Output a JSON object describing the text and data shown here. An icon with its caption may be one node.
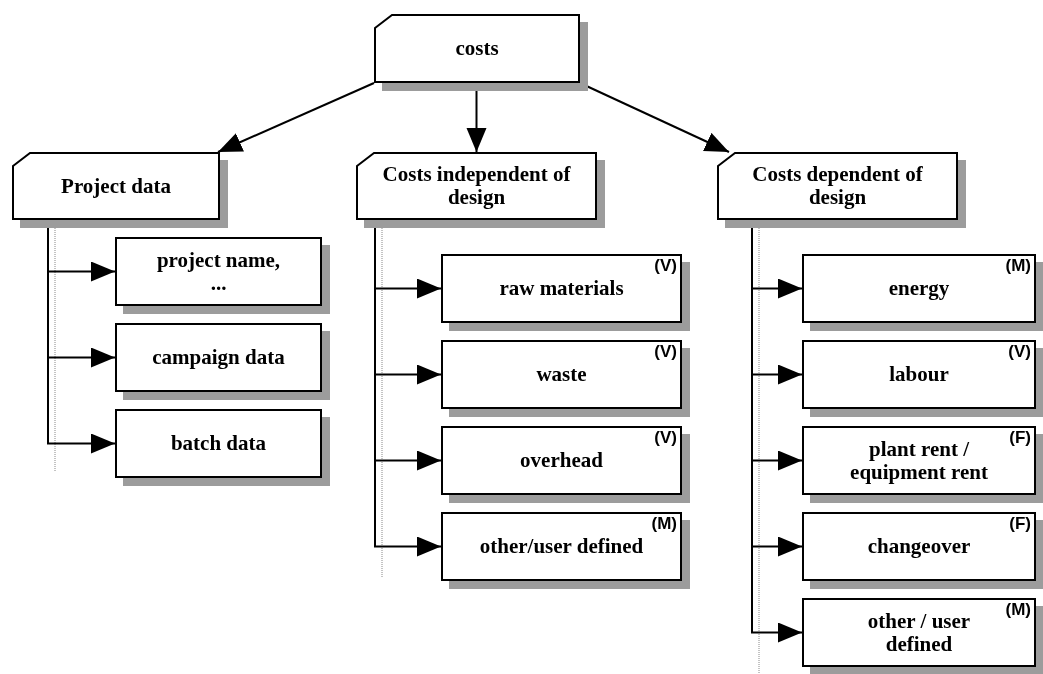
{
  "diagram": {
    "nodes": [
      {
        "text": [
          "costs"
        ]
      },
      {
        "text": [
          "Project data"
        ]
      },
      {
        "text": [
          "Costs independent of design"
        ]
      },
      {
        "text": [
          "Costs dependent of design"
        ]
      },
      {
        "text": [
          "project name, ..."
        ]
      },
      {
        "text": [
          "campaign data"
        ]
      },
      {
        "text": [
          "batch data"
        ]
      },
      {
        "text": [
          "raw materials",
          "(V)"
        ]
      },
      {
        "text": [
          "waste",
          "(V)"
        ]
      },
      {
        "text": [
          "overhead",
          "(V)"
        ]
      },
      {
        "text": [
          "other/user defined",
          "(M)"
        ]
      },
      {
        "text": [
          "energy",
          "(M)"
        ]
      },
      {
        "text": [
          "labour",
          "(V)"
        ]
      },
      {
        "text": [
          "plant rent / equipment rent",
          "(F)"
        ]
      },
      {
        "text": [
          "changeover",
          "(F)"
        ]
      },
      {
        "text": [
          "other / user defined",
          "(M)"
        ]
      }
    ],
    "edges": [
      {
        "from": 0,
        "to": 1,
        "arrow": "to"
      },
      {
        "from": 0,
        "to": 2,
        "arrow": "to"
      },
      {
        "from": 0,
        "to": 3,
        "arrow": "to"
      },
      {
        "from": 1,
        "to": 4,
        "arrow": "to"
      },
      {
        "from": 1,
        "to": 5,
        "arrow": "to"
      },
      {
        "from": 1,
        "to": 6,
        "arrow": "to"
      },
      {
        "from": 2,
        "to": 7,
        "arrow": "to"
      },
      {
        "from": 2,
        "to": 8,
        "arrow": "to"
      },
      {
        "from": 2,
        "to": 9,
        "arrow": "to"
      },
      {
        "from": 2,
        "to": 10,
        "arrow": "to"
      },
      {
        "from": 3,
        "to": 11,
        "arrow": "to"
      },
      {
        "from": 3,
        "to": 12,
        "arrow": "to"
      },
      {
        "from": 3,
        "to": 13,
        "arrow": "to"
      },
      {
        "from": 3,
        "to": 14,
        "arrow": "to"
      },
      {
        "from": 3,
        "to": 15,
        "arrow": "to"
      }
    ]
  }
}
